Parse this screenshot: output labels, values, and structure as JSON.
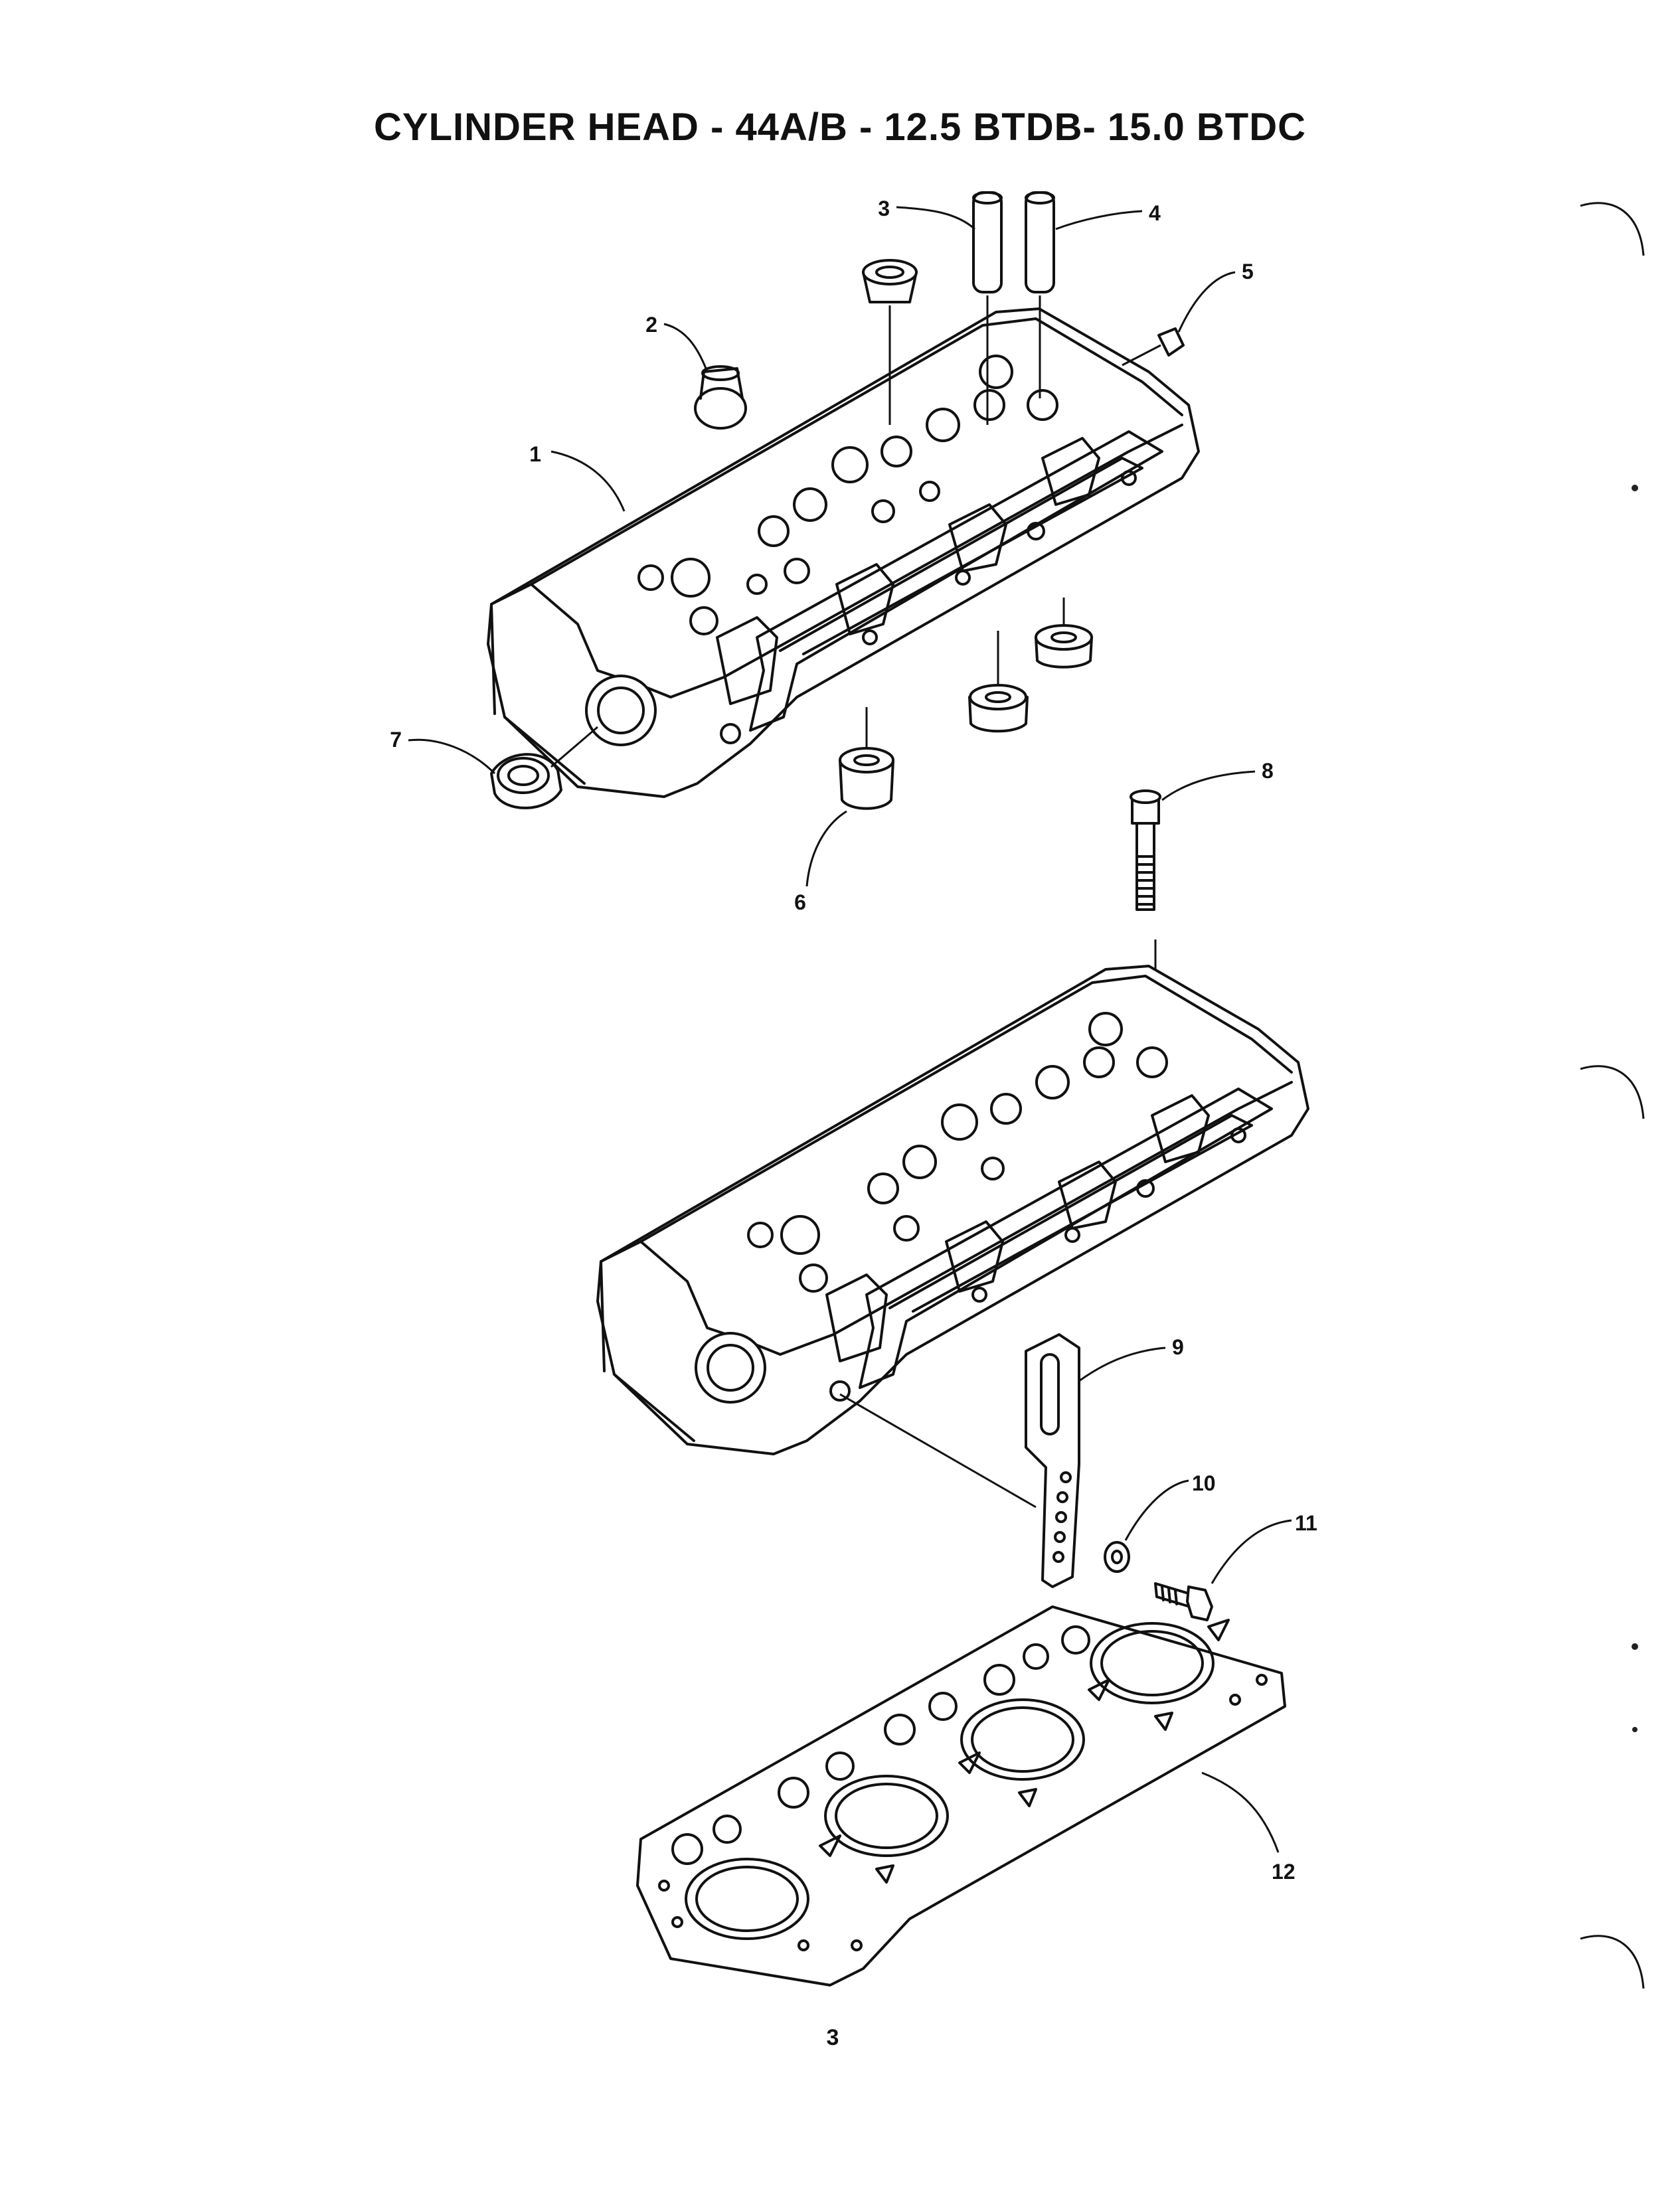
{
  "title": "CYLINDER HEAD - 44A/B - 12.5 BTDB- 15.0 BTDC",
  "page_number": "3",
  "callouts": [
    {
      "id": "c1",
      "label": "1"
    },
    {
      "id": "c2",
      "label": "2"
    },
    {
      "id": "c3",
      "label": "3"
    },
    {
      "id": "c4",
      "label": "4"
    },
    {
      "id": "c5",
      "label": "5"
    },
    {
      "id": "c6",
      "label": "6"
    },
    {
      "id": "c7",
      "label": "7"
    },
    {
      "id": "c8",
      "label": "8"
    },
    {
      "id": "c9",
      "label": "9"
    },
    {
      "id": "c10",
      "label": "10"
    },
    {
      "id": "c11",
      "label": "11"
    },
    {
      "id": "c12",
      "label": "12"
    }
  ]
}
